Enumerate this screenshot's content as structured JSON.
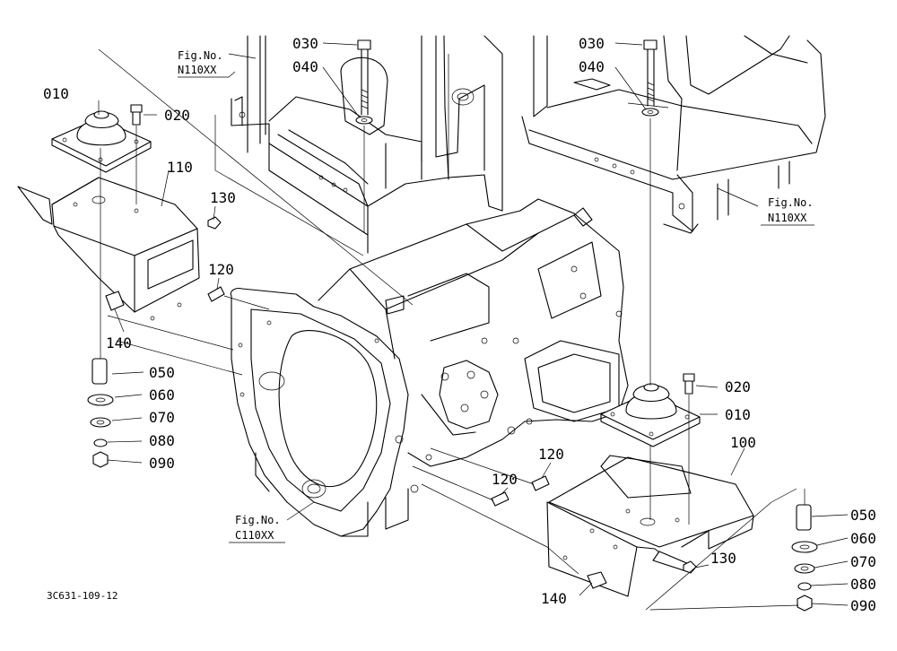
{
  "drawing_code": "3C631-109-12",
  "callouts": {
    "c010_upper": "010",
    "c020_upper": "020",
    "c030_left": "030",
    "c040_left": "040",
    "c030_right": "030",
    "c040_right": "040",
    "c110": "110",
    "c130_left": "130",
    "c120_upper": "120",
    "c140_left": "140",
    "c050_left": "050",
    "c060_left": "060",
    "c070_left": "070",
    "c080_left": "080",
    "c090_left": "090",
    "c020_lower": "020",
    "c010_lower": "010",
    "c100": "100",
    "c120_mid": "120",
    "c120_low": "120",
    "c130_right": "130",
    "c140_right": "140",
    "c050_right": "050",
    "c060_right": "060",
    "c070_right": "070",
    "c080_right": "080",
    "c090_right": "090"
  },
  "fig_refs": {
    "left_n110": {
      "line1": "Fig.No.",
      "line2": "N110XX"
    },
    "right_n110": {
      "line1": "Fig.No.",
      "line2": "N110XX"
    },
    "c110": {
      "line1": "Fig.No.",
      "line2": "C110XX"
    }
  }
}
